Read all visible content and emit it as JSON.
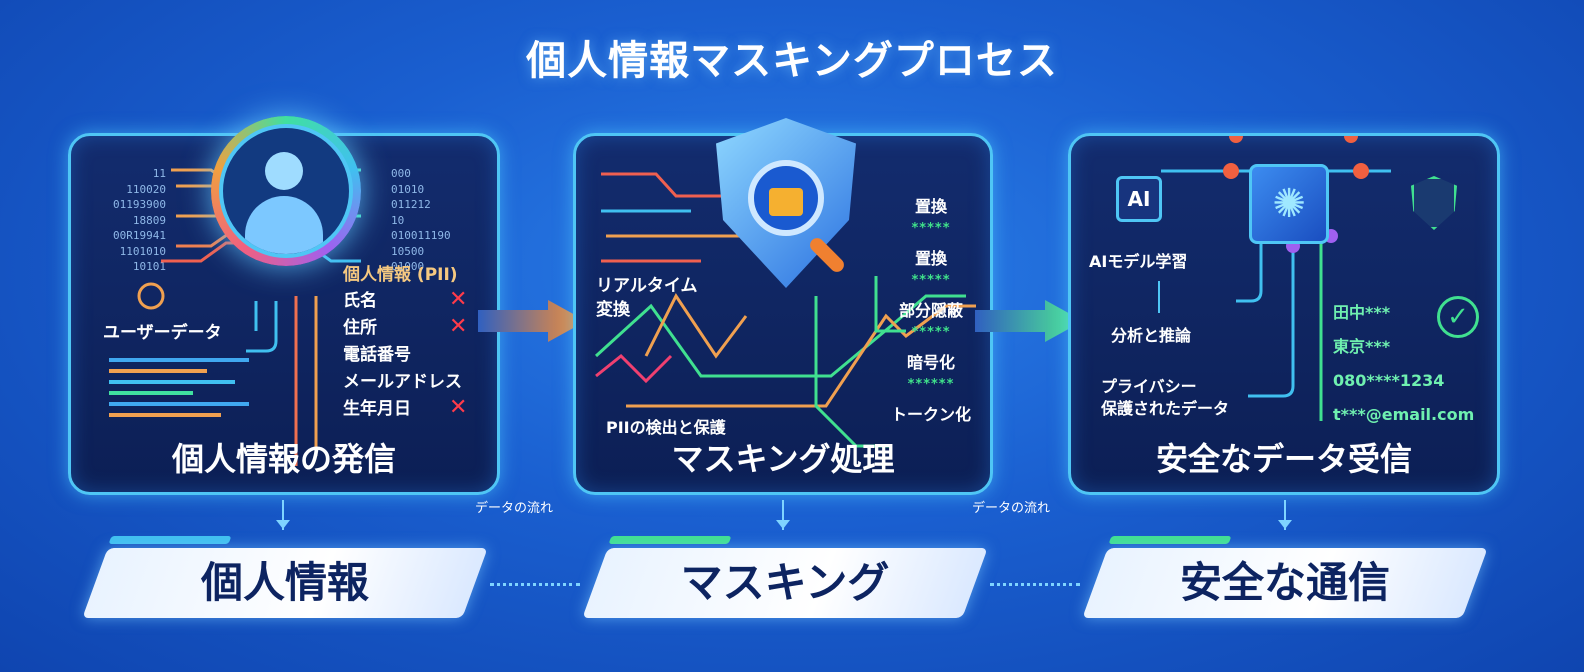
{
  "title": "個人情報マスキングプロセス",
  "panels": [
    {
      "title": "個人情報の発信",
      "user_data_label": "ユーザーデータ",
      "pii_heading": "個人情報 (PII)",
      "pii_items": [
        "氏名",
        "住所",
        "電話番号",
        "メールアドレス",
        "生年月日"
      ],
      "masked_marks": [
        "✕",
        "✕",
        "",
        "",
        "✕"
      ],
      "binary_left": "11\n110020\n01193900\n18809\n00R19941\n1101010\n10101",
      "binary_right": "000\n01010\n011212\n10\n010011190\n10500\n01000"
    },
    {
      "title": "マスキング処理",
      "realtime_label": "リアルタイム\n変換",
      "detect_label": "PIIの検出と保護",
      "methods": [
        {
          "label": "置換",
          "mask": "*****"
        },
        {
          "label": "置換",
          "mask": "*****"
        },
        {
          "label": "部分隠蔽",
          "mask": "*****"
        },
        {
          "label": "暗号化",
          "mask": "******"
        },
        {
          "label": "トークン化",
          "mask": ""
        }
      ]
    },
    {
      "title": "安全なデータ受信",
      "ai_chip": "AI",
      "ai_label": "AIモデル学習",
      "analysis_label": "分析と推論",
      "privacy_label": "プライバシー\n保護されたデータ",
      "masked_values": [
        "田中***",
        "東京***",
        "080****1234",
        "t***@email.com"
      ]
    }
  ],
  "flow_labels": [
    "データの流れ",
    "データの流れ"
  ],
  "banners": [
    "個人情報",
    "マスキング",
    "安全な通信"
  ],
  "colors": {
    "background": "#1a5fd0",
    "panel": "#0f2660",
    "border": "#4fc6f5",
    "alert": "#ff3b4a",
    "ok": "#3fe08a",
    "banner_text": "#0d2461"
  }
}
